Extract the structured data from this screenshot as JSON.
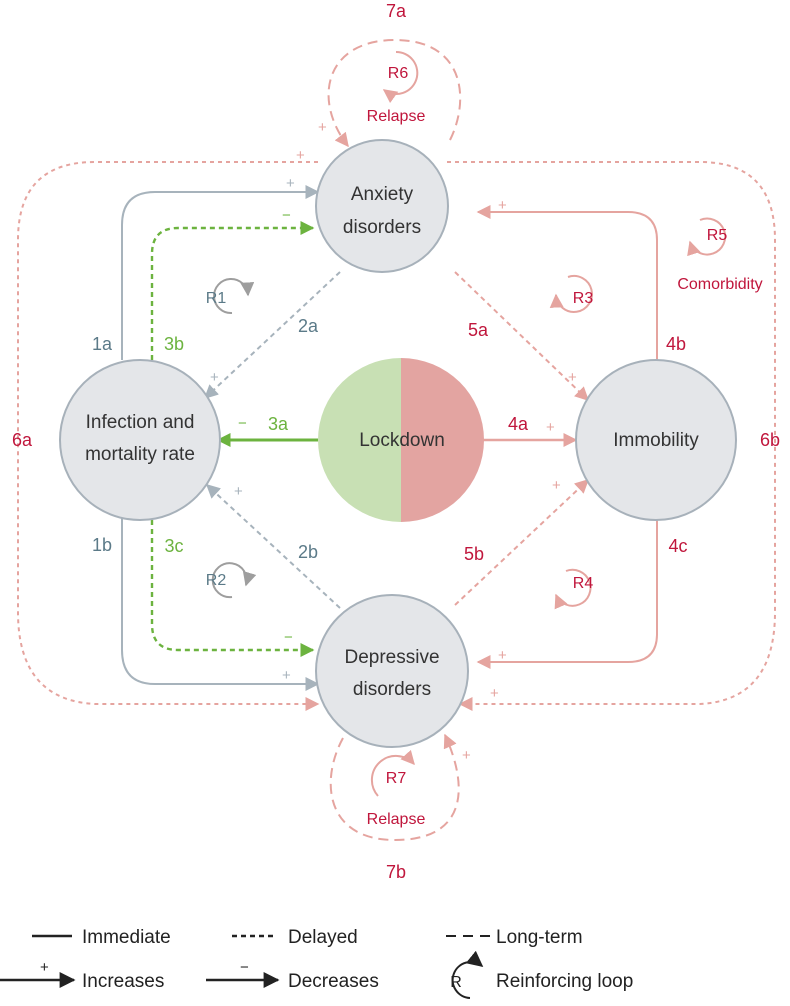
{
  "colors": {
    "blue": "#5b7a88",
    "blue_line": "#a7b3bc",
    "green": "#6cb33f",
    "green_light": "#c8e0b4",
    "red": "#c0163c",
    "red_line": "#e5a49f",
    "red_fill": "#e3a4a1",
    "grey": "#9e9e9e",
    "node_fill": "#e4e6e9",
    "node_stroke": "#a7b1ba"
  },
  "nodes": {
    "anxiety": [
      "Anxiety",
      "disorders"
    ],
    "infection": [
      "Infection and",
      "mortality rate"
    ],
    "lockdown": "Lockdown",
    "immobility": "Immobility",
    "depressive": [
      "Depressive",
      "disorders"
    ]
  },
  "edges": {
    "e1a": "1a",
    "e1b": "1b",
    "e2a": "2a",
    "e2b": "2b",
    "e3a": "3a",
    "e3b": "3b",
    "e3c": "3c",
    "e4a": "4a",
    "e4b": "4b",
    "e4c": "4c",
    "e5a": "5a",
    "e5b": "5b",
    "e6a": "6a",
    "e6b": "6b",
    "e7a": "7a",
    "e7b": "7b"
  },
  "signs": {
    "plus": "+",
    "minus": "−"
  },
  "loops": {
    "R1": "R1",
    "R2": "R2",
    "R3": "R3",
    "R4": "R4",
    "R5": "R5",
    "R6": "R6",
    "R7": "R7",
    "relapse": "Relapse",
    "comorbidity": "Comorbidity"
  },
  "legend": {
    "immediate": "Immediate",
    "delayed": "Delayed",
    "long_term": "Long-term",
    "increases": "Increases",
    "decreases": "Decreases",
    "reinforcing": "Reinforcing loop",
    "loop_letter": "R"
  }
}
